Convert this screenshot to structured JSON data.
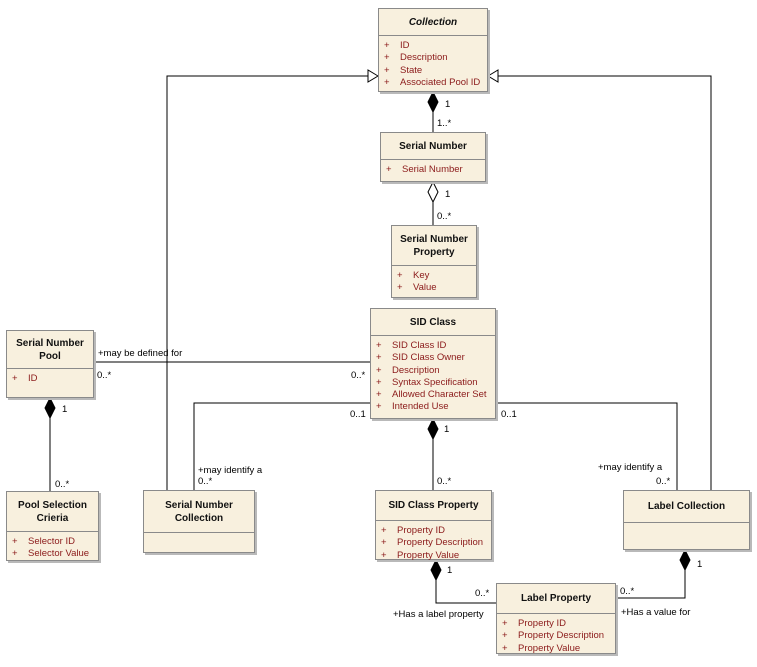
{
  "classes": {
    "collection": {
      "name": "Collection",
      "attrs": [
        "ID",
        "Description",
        "State",
        "Associated Pool ID"
      ]
    },
    "serial_number": {
      "name": "Serial Number",
      "attrs": [
        "Serial Number"
      ]
    },
    "serial_number_property": {
      "name": "Serial Number Property",
      "attrs": [
        "Key",
        "Value"
      ]
    },
    "sid_class": {
      "name": "SID Class",
      "attrs": [
        "SID Class ID",
        "SID Class Owner",
        "Description",
        "Syntax Specification",
        "Allowed Character Set",
        "Intended Use"
      ]
    },
    "serial_number_pool": {
      "name": "Serial Number Pool",
      "attrs": [
        "ID"
      ]
    },
    "pool_selection_criteria": {
      "name": "Pool Selection Crieria",
      "attrs": [
        "Selector ID",
        "Selector Value"
      ]
    },
    "serial_number_collection": {
      "name": "Serial Number Collection",
      "attrs": []
    },
    "sid_class_property": {
      "name": "SID Class Property",
      "attrs": [
        "Property ID",
        "Property Description",
        "Property Value"
      ]
    },
    "label_collection": {
      "name": "Label Collection",
      "attrs": []
    },
    "label_property": {
      "name": "Label Property",
      "attrs": [
        "Property ID",
        "Property Description",
        "Property Value"
      ]
    }
  },
  "visibility": "+",
  "labels": {
    "coll_sn_1": "1",
    "coll_sn_many": "1..*",
    "sn_snp_1": "1",
    "sn_snp_many": "0..*",
    "pool_defined_for": "+may be defined for",
    "pool_mult": "0..*",
    "sid_pool_mult": "0..*",
    "pool_psc_1": "1",
    "pool_psc_many": "0..*",
    "sid_snc_mult": "0..1",
    "snc_identify": "+may identify a",
    "snc_mult": "0..*",
    "sid_scp_1": "1",
    "sid_scp_many": "0..*",
    "sid_lc_mult": "0..1",
    "lc_identify": "+may identify a",
    "lc_mult": "0..*",
    "scp_lp_1": "1",
    "scp_lp_many": "0..*",
    "has_label_property": "+Has a label property",
    "lc_lp_1": "1",
    "lc_lp_many": "0..*",
    "has_value_for": "+Has a value for"
  }
}
